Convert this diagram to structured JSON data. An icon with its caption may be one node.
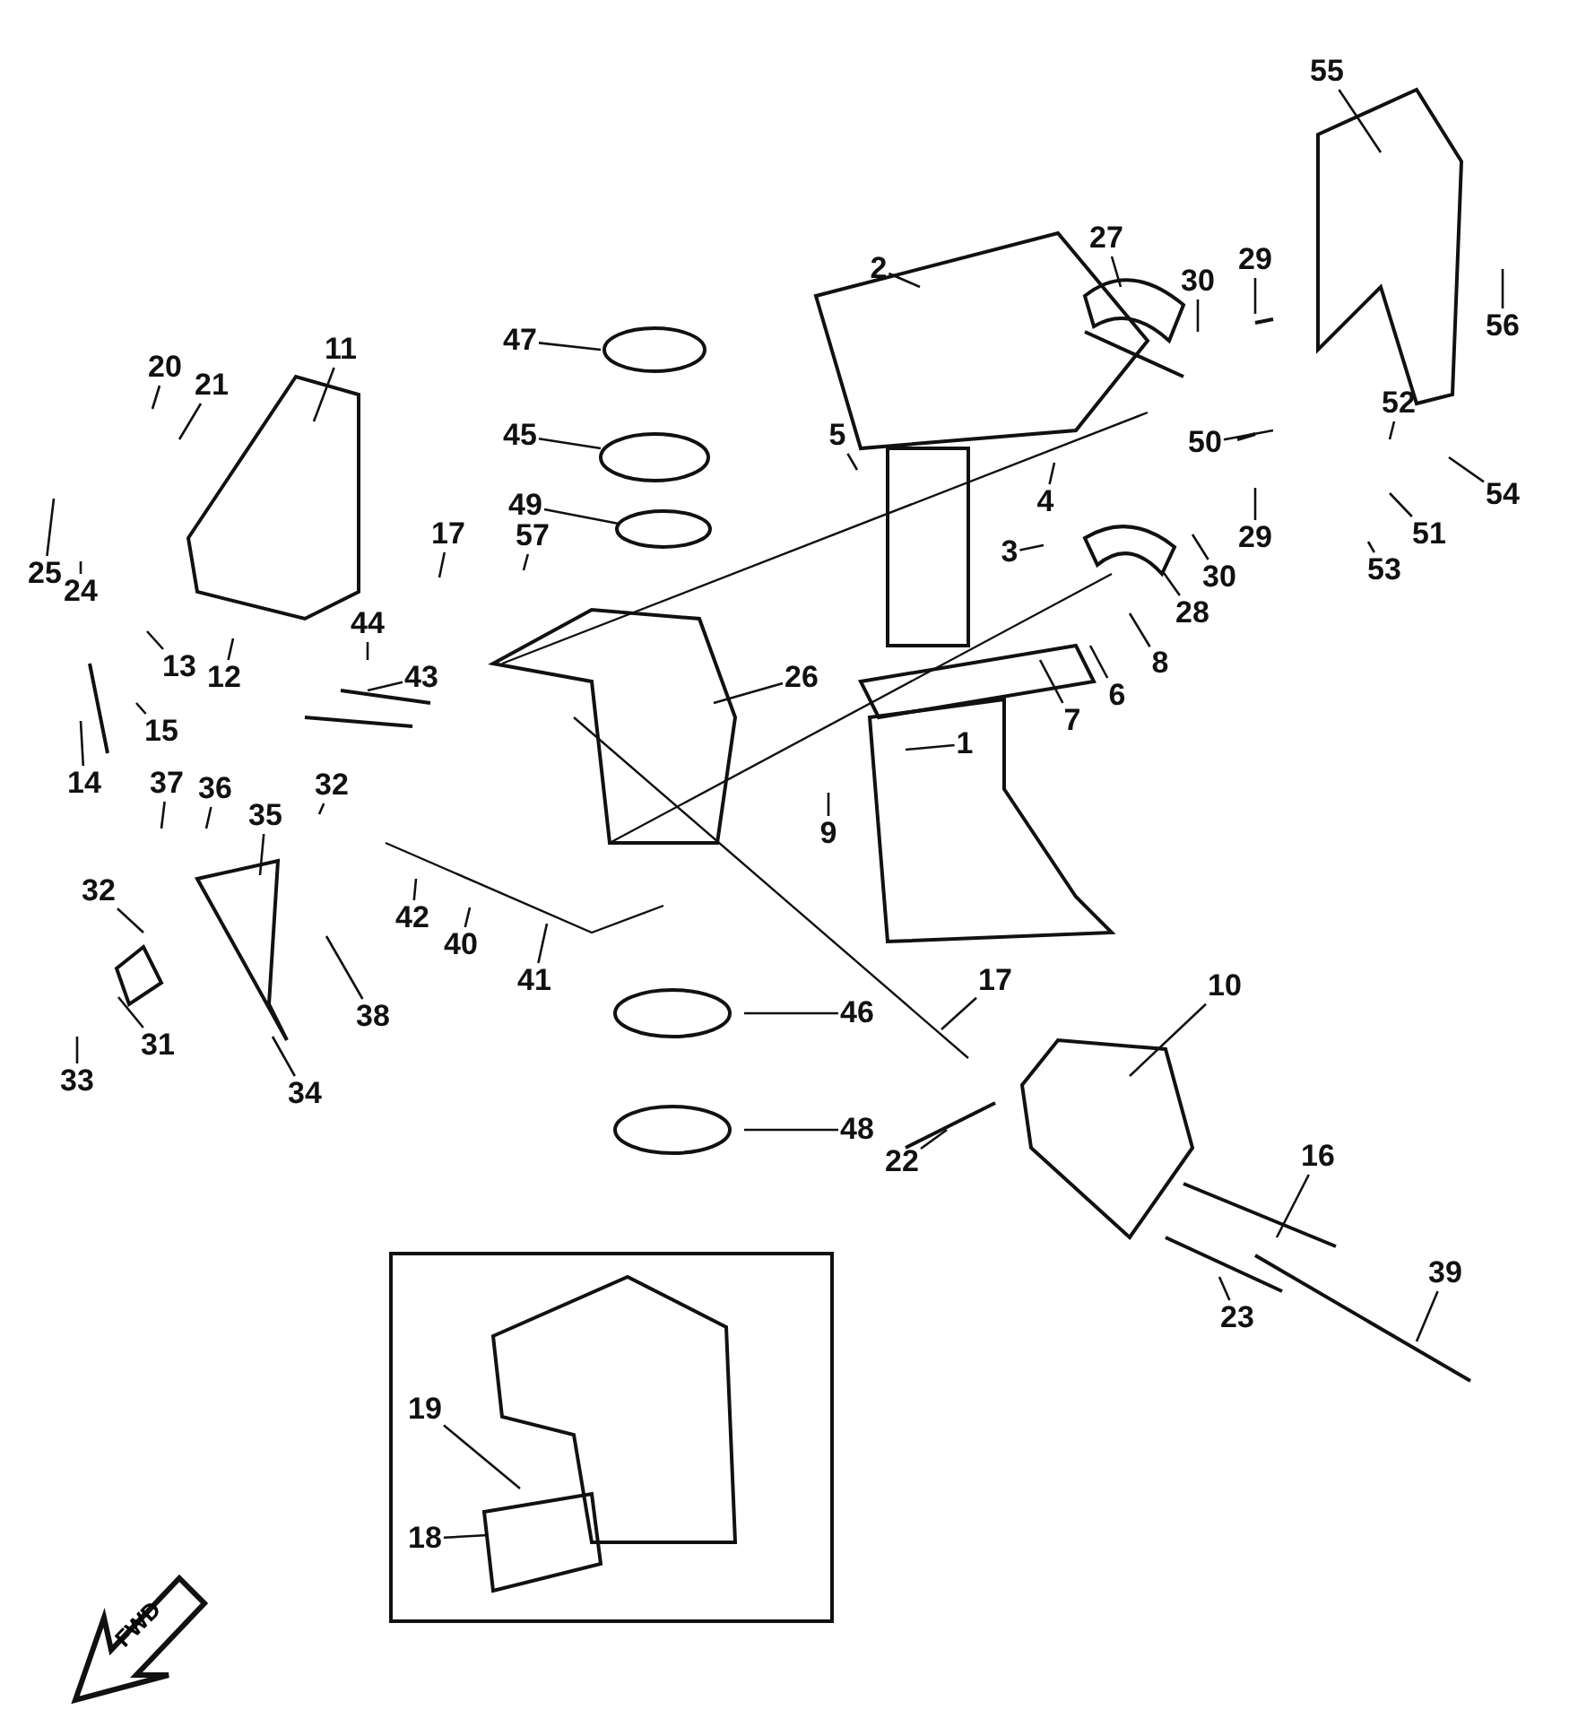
{
  "diagram": {
    "nodes": [
      {
        "text": [
          "55"
        ]
      },
      {
        "text": [
          "27"
        ]
      },
      {
        "text": [
          "29"
        ]
      },
      {
        "text": [
          "2"
        ]
      },
      {
        "text": [
          "30"
        ]
      },
      {
        "text": [
          "56"
        ]
      },
      {
        "text": [
          "47"
        ]
      },
      {
        "text": [
          "11"
        ]
      },
      {
        "text": [
          "20"
        ]
      },
      {
        "text": [
          "21"
        ]
      },
      {
        "text": [
          "52"
        ]
      },
      {
        "text": [
          "5"
        ]
      },
      {
        "text": [
          "45"
        ]
      },
      {
        "text": [
          "50"
        ]
      },
      {
        "text": [
          "54"
        ]
      },
      {
        "text": [
          "4"
        ]
      },
      {
        "text": [
          "49"
        ]
      },
      {
        "text": [
          "17"
        ]
      },
      {
        "text": [
          "51"
        ]
      },
      {
        "text": [
          "57"
        ]
      },
      {
        "text": [
          "29"
        ]
      },
      {
        "text": [
          "3"
        ]
      },
      {
        "text": [
          "53"
        ]
      },
      {
        "text": [
          "25"
        ]
      },
      {
        "text": [
          "30"
        ]
      },
      {
        "text": [
          "24"
        ]
      },
      {
        "text": [
          "28"
        ]
      },
      {
        "text": [
          "44"
        ]
      },
      {
        "text": [
          "8"
        ]
      },
      {
        "text": [
          "13"
        ]
      },
      {
        "text": [
          "12"
        ]
      },
      {
        "text": [
          "43"
        ]
      },
      {
        "text": [
          "26"
        ]
      },
      {
        "text": [
          "6"
        ]
      },
      {
        "text": [
          "7"
        ]
      },
      {
        "text": [
          "15"
        ]
      },
      {
        "text": [
          "1"
        ]
      },
      {
        "text": [
          "14"
        ]
      },
      {
        "text": [
          "37"
        ]
      },
      {
        "text": [
          "32"
        ]
      },
      {
        "text": [
          "36"
        ]
      },
      {
        "text": [
          "35"
        ]
      },
      {
        "text": [
          "9"
        ]
      },
      {
        "text": [
          "32"
        ]
      },
      {
        "text": [
          "42"
        ]
      },
      {
        "text": [
          "40"
        ]
      },
      {
        "text": [
          "41"
        ]
      },
      {
        "text": [
          "17"
        ]
      },
      {
        "text": [
          "10"
        ]
      },
      {
        "text": [
          "46"
        ]
      },
      {
        "text": [
          "38"
        ]
      },
      {
        "text": [
          "31"
        ]
      },
      {
        "text": [
          "33"
        ]
      },
      {
        "text": [
          "34"
        ]
      },
      {
        "text": [
          "48"
        ]
      },
      {
        "text": [
          "16"
        ]
      },
      {
        "text": [
          "22"
        ]
      },
      {
        "text": [],
        "shape": "box"
      },
      {
        "text": [
          "39"
        ]
      },
      {
        "text": [
          "23"
        ]
      },
      {
        "text": [
          "19"
        ],
        "in": 57
      },
      {
        "text": [
          "18"
        ],
        "in": 57
      }
    ],
    "edges": [
      {
        "from": 0,
        "to": null,
        "arrow": "none"
      },
      {
        "from": 1,
        "to": null,
        "arrow": "none"
      },
      {
        "from": 2,
        "to": null,
        "arrow": "none"
      },
      {
        "from": 3,
        "to": null,
        "arrow": "none"
      },
      {
        "from": 4,
        "to": null,
        "arrow": "none"
      },
      {
        "from": 5,
        "to": null,
        "arrow": "none"
      },
      {
        "from": 6,
        "to": null,
        "arrow": "none"
      },
      {
        "from": 7,
        "to": null,
        "arrow": "none"
      },
      {
        "from": 8,
        "to": null,
        "arrow": "none"
      },
      {
        "from": 9,
        "to": null,
        "arrow": "none"
      },
      {
        "from": 10,
        "to": null,
        "arrow": "none"
      },
      {
        "from": 11,
        "to": null,
        "arrow": "none"
      },
      {
        "from": 12,
        "to": null,
        "arrow": "none"
      },
      {
        "from": 13,
        "to": null,
        "arrow": "none"
      },
      {
        "from": 14,
        "to": null,
        "arrow": "none"
      },
      {
        "from": 15,
        "to": null,
        "arrow": "none"
      },
      {
        "from": 16,
        "to": null,
        "arrow": "none"
      },
      {
        "from": 17,
        "to": null,
        "arrow": "none"
      },
      {
        "from": 18,
        "to": null,
        "arrow": "none"
      },
      {
        "from": 19,
        "to": null,
        "arrow": "none"
      },
      {
        "from": 20,
        "to": null,
        "arrow": "none"
      },
      {
        "from": 21,
        "to": null,
        "arrow": "none"
      },
      {
        "from": 22,
        "to": null,
        "arrow": "none"
      },
      {
        "from": 23,
        "to": null,
        "arrow": "none"
      },
      {
        "from": 24,
        "to": null,
        "arrow": "none"
      },
      {
        "from": 25,
        "to": null,
        "arrow": "none"
      },
      {
        "from": 26,
        "to": null,
        "arrow": "none"
      },
      {
        "from": 27,
        "to": null,
        "arrow": "none"
      },
      {
        "from": 28,
        "to": null,
        "arrow": "none"
      },
      {
        "from": 29,
        "to": null,
        "arrow": "none"
      },
      {
        "from": 30,
        "to": null,
        "arrow": "none"
      },
      {
        "from": 31,
        "to": null,
        "arrow": "none"
      },
      {
        "from": 32,
        "to": null,
        "arrow": "none"
      },
      {
        "from": 33,
        "to": null,
        "arrow": "none"
      },
      {
        "from": 34,
        "to": null,
        "arrow": "none"
      },
      {
        "from": 35,
        "to": null,
        "arrow": "none"
      },
      {
        "from": 36,
        "to": null,
        "arrow": "none"
      },
      {
        "from": 37,
        "to": null,
        "arrow": "none"
      },
      {
        "from": 38,
        "to": null,
        "arrow": "none"
      },
      {
        "from": 39,
        "to": null,
        "arrow": "none"
      },
      {
        "from": 40,
        "to": null,
        "arrow": "none"
      },
      {
        "from": 41,
        "to": null,
        "arrow": "none"
      },
      {
        "from": 42,
        "to": null,
        "arrow": "none"
      },
      {
        "from": 43,
        "to": null,
        "arrow": "none"
      },
      {
        "from": 44,
        "to": null,
        "arrow": "none"
      },
      {
        "from": 45,
        "to": null,
        "arrow": "none"
      },
      {
        "from": 46,
        "to": null,
        "arrow": "none"
      },
      {
        "from": 47,
        "to": null,
        "arrow": "none"
      },
      {
        "from": 48,
        "to": null,
        "arrow": "none"
      },
      {
        "from": 49,
        "to": null,
        "arrow": "none"
      },
      {
        "from": 50,
        "to": null,
        "arrow": "none"
      },
      {
        "from": 51,
        "to": null,
        "arrow": "none"
      },
      {
        "from": 52,
        "to": null,
        "arrow": "none"
      },
      {
        "from": 53,
        "to": null,
        "arrow": "none"
      },
      {
        "from": 54,
        "to": null,
        "arrow": "none"
      },
      {
        "from": 55,
        "to": null,
        "arrow": "none"
      },
      {
        "from": 56,
        "to": null,
        "arrow": "none"
      },
      {
        "from": 58,
        "to": null,
        "arrow": "none"
      },
      {
        "from": 59,
        "to": null,
        "arrow": "none"
      },
      {
        "from": 60,
        "to": null,
        "arrow": "none"
      },
      {
        "from": 61,
        "to": null,
        "arrow": "none"
      }
    ],
    "labels": [
      "FWD"
    ]
  }
}
